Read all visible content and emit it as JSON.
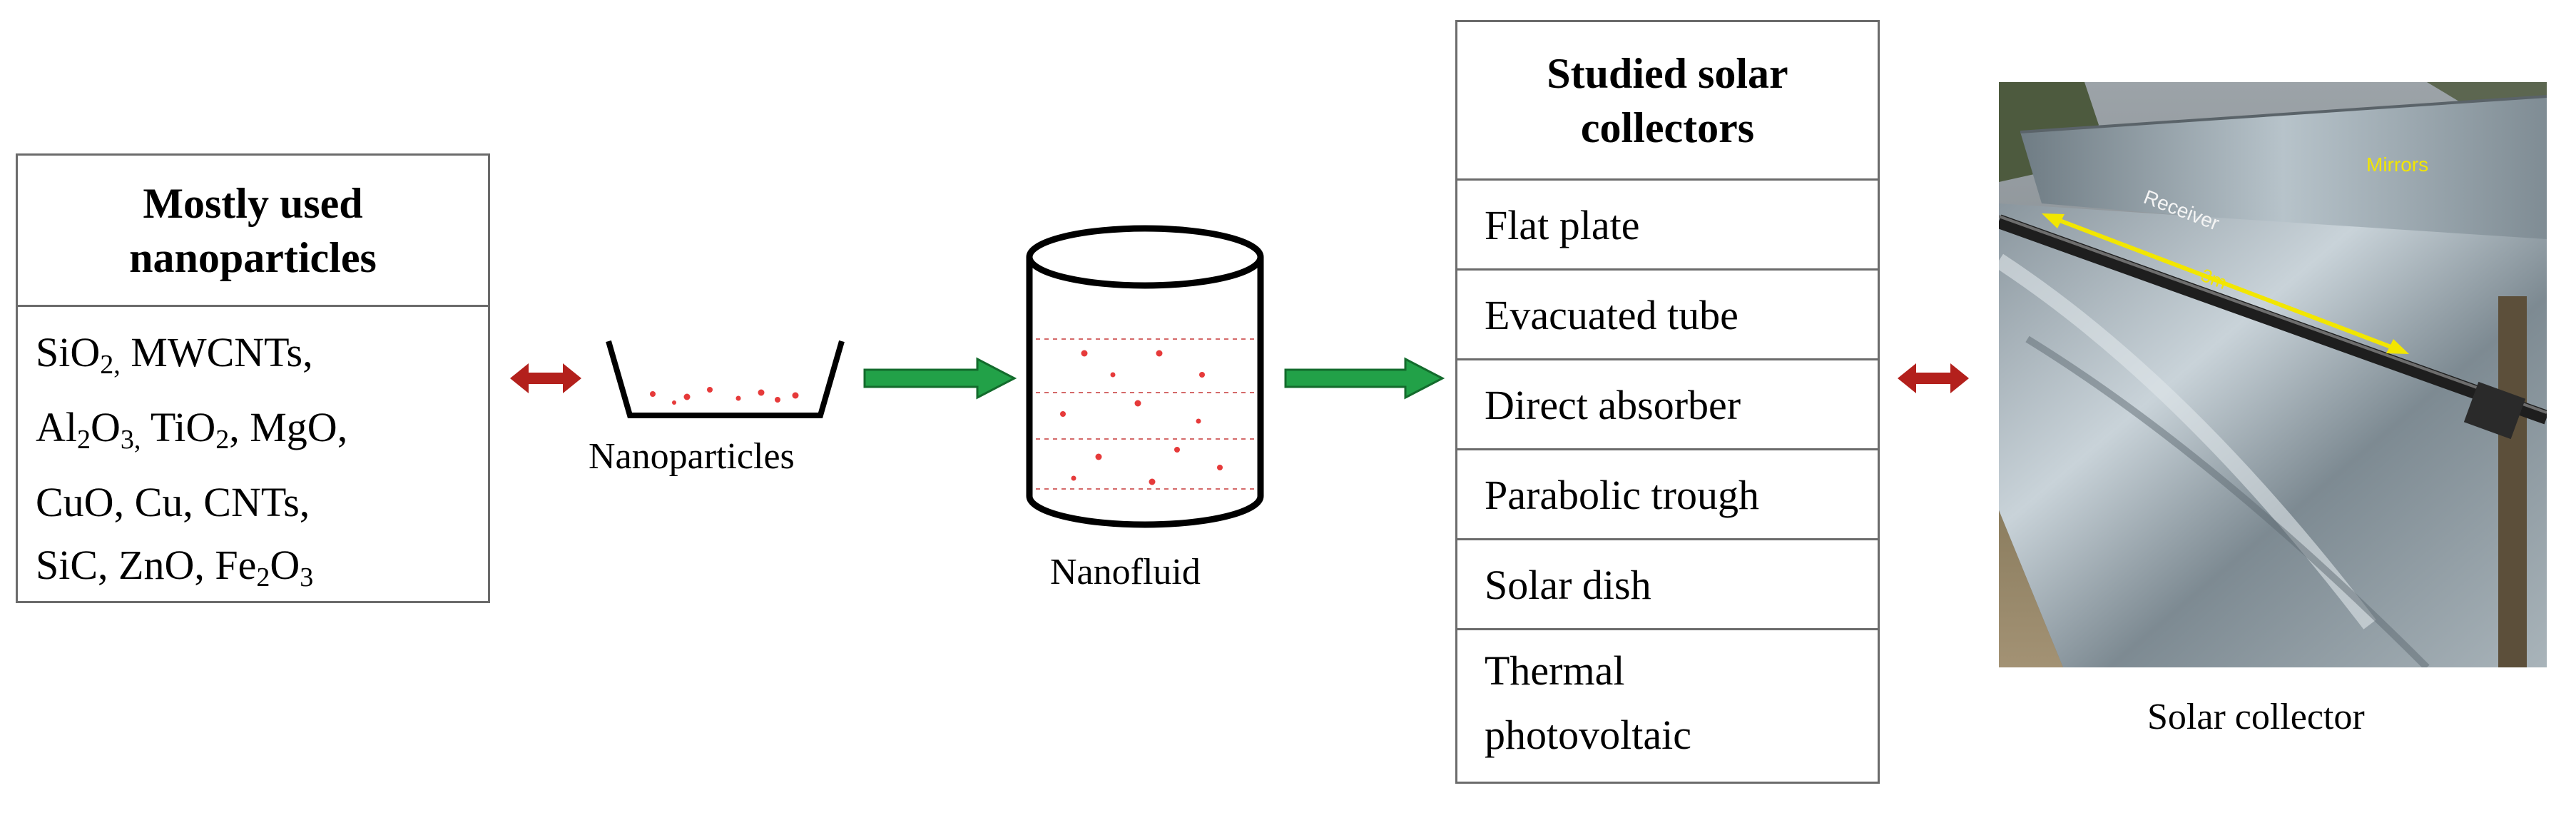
{
  "nanoparticles_box": {
    "heading_line1": "Mostly used",
    "heading_line2": "nanoparticles",
    "line1_a": "SiO",
    "line1_a_sub": "2,",
    "line1_b": " MWCNTs,",
    "line2_a": "Al",
    "line2_a_sub": "2",
    "line2_b": "O",
    "line2_b_sub": "3,",
    "line2_c": " TiO",
    "line2_c_sub": "2",
    "line2_d": ", MgO,",
    "line3": "CuO, Cu, CNTs,",
    "line4_a": "SiC, ZnO, Fe",
    "line4_a_sub": "2",
    "line4_b": "O",
    "line4_b_sub": "3"
  },
  "nanoparticles_label": "Nanoparticles",
  "nanofluid_label": "Nanofluid",
  "collectors_box": {
    "heading_line1": "Studied solar",
    "heading_line2": "collectors",
    "rows": [
      "Flat plate",
      "Evacuated tube",
      "Direct absorber",
      "Parabolic trough",
      "Solar dish"
    ],
    "last_row_line1": "Thermal",
    "last_row_line2": "photovoltaic"
  },
  "photo_labels": {
    "mirrors": "Mirrors",
    "receiver": "Receiver",
    "length": "3m"
  },
  "solar_collector_label": "Solar collector",
  "colors": {
    "box_border": "#6b6b6b",
    "double_arrow": "#b3201c",
    "flow_arrow": "#22a148",
    "particle": "#e63a3a",
    "photo_annotation": "#f2e600"
  }
}
